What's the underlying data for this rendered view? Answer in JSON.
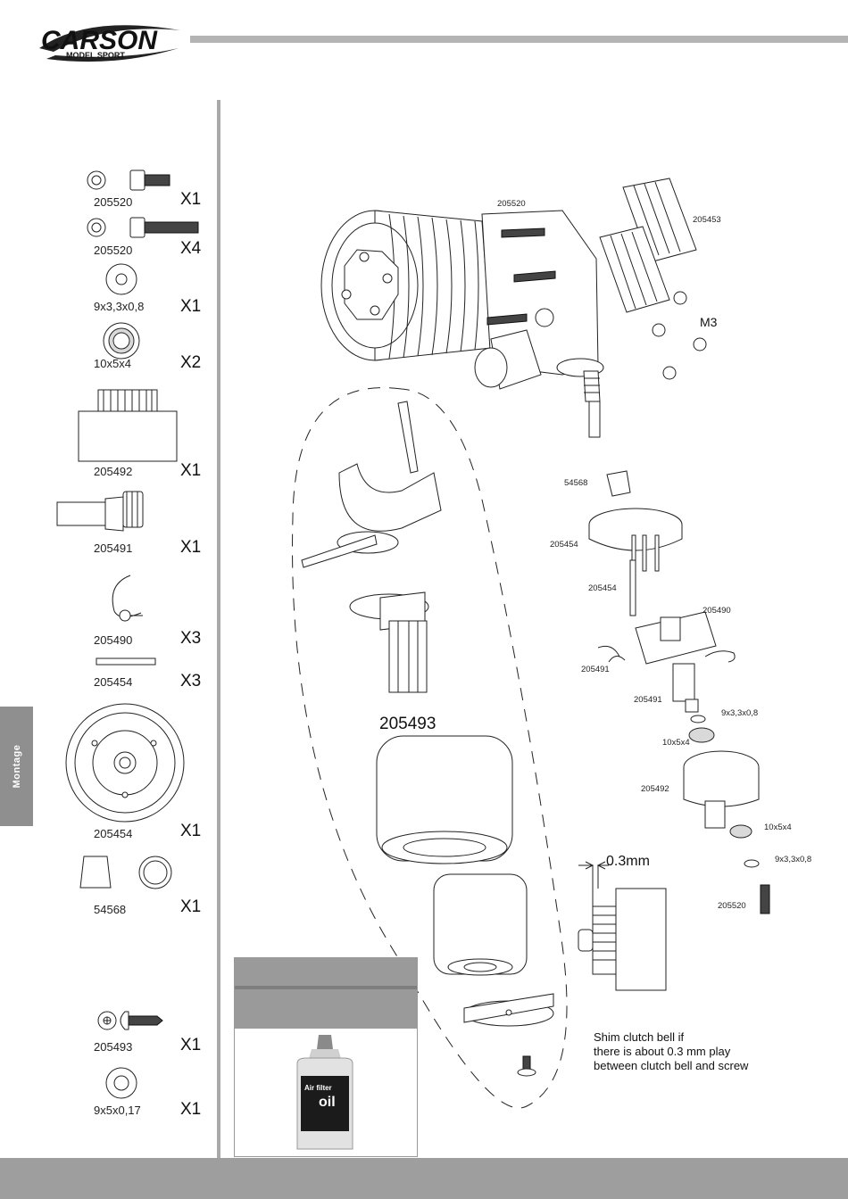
{
  "brand": {
    "logo_main": "CARSON",
    "logo_sub": "MODEL SPORT"
  },
  "side_tab": {
    "label": "Montage"
  },
  "parts": [
    {
      "code": "205520",
      "qty": "X1",
      "icon": "washer-and-short-screw"
    },
    {
      "code": "205520",
      "qty": "X4",
      "icon": "washer-and-long-screw"
    },
    {
      "code": "9x3,3x0,8",
      "qty": "X1",
      "icon": "washer"
    },
    {
      "code": "10x5x4",
      "qty": "X2",
      "icon": "ball-bearing"
    },
    {
      "code": "205492",
      "qty": "X1",
      "icon": "clutch-bell"
    },
    {
      "code": "205491",
      "qty": "X1",
      "icon": "clutch-shaft"
    },
    {
      "code": "205490",
      "qty": "X3",
      "icon": "clutch-spring"
    },
    {
      "code": "205454",
      "qty": "X3",
      "icon": "pin"
    },
    {
      "code": "205454",
      "qty": "X1",
      "icon": "flywheel"
    },
    {
      "code": "54568",
      "qty": "X1",
      "icon": "collet-and-ring"
    },
    {
      "code": "205493",
      "qty": "X1",
      "icon": "washer-and-tapping-screw"
    },
    {
      "code": "9x5x0,17",
      "qty": "X1",
      "icon": "thin-washer"
    }
  ],
  "diagram_callouts": {
    "c205520_top": "205520",
    "c205453": "205453",
    "cM3": "M3",
    "c54568": "54568",
    "c205454_a": "205454",
    "c205454_b": "205454",
    "c205490": "205490",
    "c205491_a": "205491",
    "c205491_b": "205491",
    "c9x33_a": "9x3,3x0,8",
    "c10x5x4_a": "10x5x4",
    "c205492": "205492",
    "c10x5x4_b": "10x5x4",
    "c9x33_b": "9x3,3x0,8",
    "c205520_bottom": "205520",
    "c205493": "205493"
  },
  "shim": {
    "dimension": "0.3mm",
    "note_line1": "Shim clutch bell if",
    "note_line2": "there is about 0.3 mm play",
    "note_line3": "between clutch bell and screw"
  },
  "oil_bottle": {
    "label_line1": "Air filter",
    "label_line2": "oil"
  }
}
